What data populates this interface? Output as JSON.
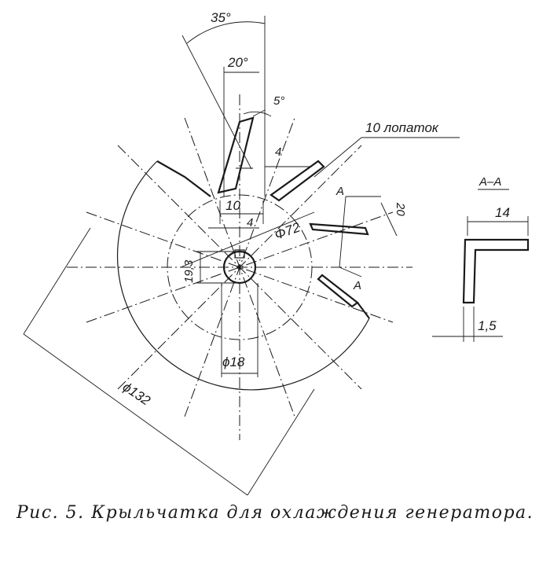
{
  "figure": {
    "caption": "Рис. 5. Крыльчатка для охлаждения генератора.",
    "note_blades": "10 лопаток",
    "section_title": "А–А",
    "section_marker": "А"
  },
  "dimensions": {
    "angle_total": "35°",
    "angle_blade": "20°",
    "angle_tilt": "5°",
    "blade_gap": "4",
    "hub_width": "10",
    "keyway": "4",
    "hub_dia": "Φ72",
    "bore_height": "19,3",
    "bore_dia": "ϕ18",
    "outer_dia": "ϕ132",
    "blade_height": "20",
    "section_width": "14",
    "section_thickness": "1,5"
  }
}
